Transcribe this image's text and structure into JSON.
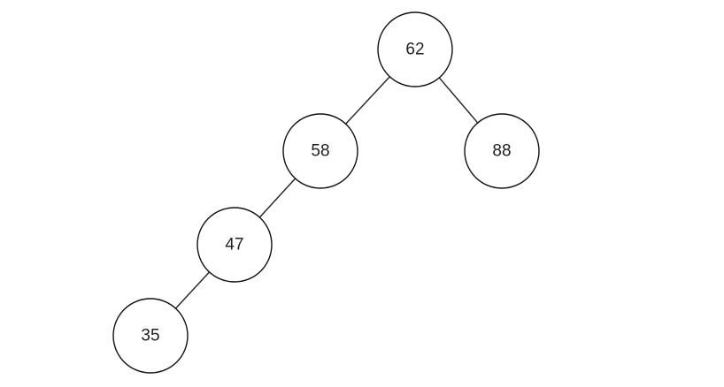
{
  "tree": {
    "nodes": [
      {
        "id": "n62",
        "label": "62"
      },
      {
        "id": "n58",
        "label": "58"
      },
      {
        "id": "n88",
        "label": "88"
      },
      {
        "id": "n47",
        "label": "47"
      },
      {
        "id": "n35",
        "label": "35"
      }
    ],
    "edges": [
      {
        "from": "n62",
        "to": "n58"
      },
      {
        "from": "n62",
        "to": "n88"
      },
      {
        "from": "n58",
        "to": "n47"
      },
      {
        "from": "n47",
        "to": "n35"
      }
    ],
    "colors": {
      "stroke": "#111111",
      "fill": "#ffffff",
      "text": "#222222"
    }
  }
}
